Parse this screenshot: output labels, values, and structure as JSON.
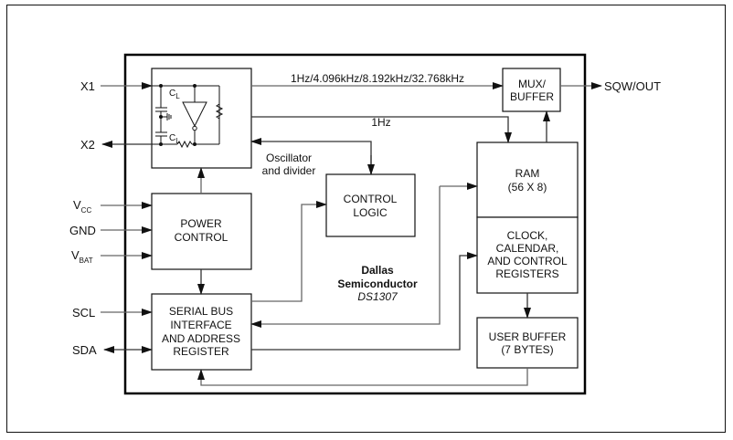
{
  "diagram": {
    "title_block": {
      "vendor": "Dallas",
      "vendor_line2": "Semiconductor",
      "part": "DS1307"
    },
    "pins": {
      "x1": "X1",
      "x2": "X2",
      "vcc_main": "V",
      "vcc_sub": "CC",
      "gnd": "GND",
      "vbat_main": "V",
      "vbat_sub": "BAT",
      "scl": "SCL",
      "sda": "SDA",
      "sqw_out": "SQW/OUT"
    },
    "oscillator": {
      "cl_top_main": "C",
      "cl_top_sub": "L",
      "cl_bottom_main": "C",
      "cl_bottom_sub": "L",
      "caption_line1": "Oscillator",
      "caption_line2": "and divider"
    },
    "signals": {
      "freq_options": "1Hz/4.096kHz/8.192kHz/32.768kHz",
      "one_hz": "1Hz"
    },
    "blocks": {
      "mux_buffer": [
        "MUX/",
        "BUFFER"
      ],
      "power_control": [
        "POWER",
        "CONTROL"
      ],
      "control_logic": [
        "CONTROL",
        "LOGIC"
      ],
      "ram": [
        "RAM",
        "(56 X 8)"
      ],
      "clock_calendar": [
        "CLOCK,",
        "CALENDAR,",
        "AND CONTROL",
        "REGISTERS"
      ],
      "serial_bus": [
        "SERIAL BUS",
        "INTERFACE",
        "AND ADDRESS",
        "REGISTER"
      ],
      "user_buffer": [
        "USER BUFFER",
        "(7 BYTES)"
      ]
    }
  }
}
